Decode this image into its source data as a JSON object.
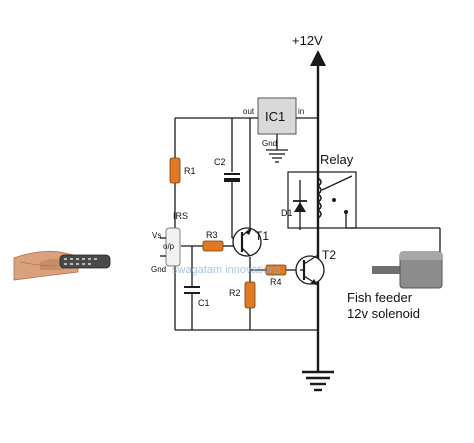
{
  "title": "",
  "supply": {
    "label": "+12V"
  },
  "ic": {
    "name": "IC1",
    "pin_out": "out",
    "pin_in": "in",
    "pin_gnd": "Gnd"
  },
  "relay": {
    "label": "Relay"
  },
  "sensor": {
    "name": "IRS",
    "pin_vs": "Vs",
    "pin_op": "o/p",
    "pin_gnd": "Gnd"
  },
  "components": {
    "r1": "R1",
    "r2": "R2",
    "r3": "R3",
    "r4": "R4",
    "c1": "C1",
    "c2": "C2",
    "d1": "D1",
    "t1": "T1",
    "t2": "T2"
  },
  "load": {
    "line1": "Fish feeder",
    "line2": "12v solenoid"
  },
  "watermark": "swagatam innovations",
  "icons": {
    "remote": "hand-with-remote-icon",
    "ground": "ground-icon",
    "arrow": "arrow-up-icon"
  },
  "colors": {
    "resistor": "#e07a22",
    "ic_body": "#d9d9d9",
    "solenoid": "#8c8c8c",
    "watermark": "#8fb0d6",
    "wire": "#1a1a1a"
  }
}
